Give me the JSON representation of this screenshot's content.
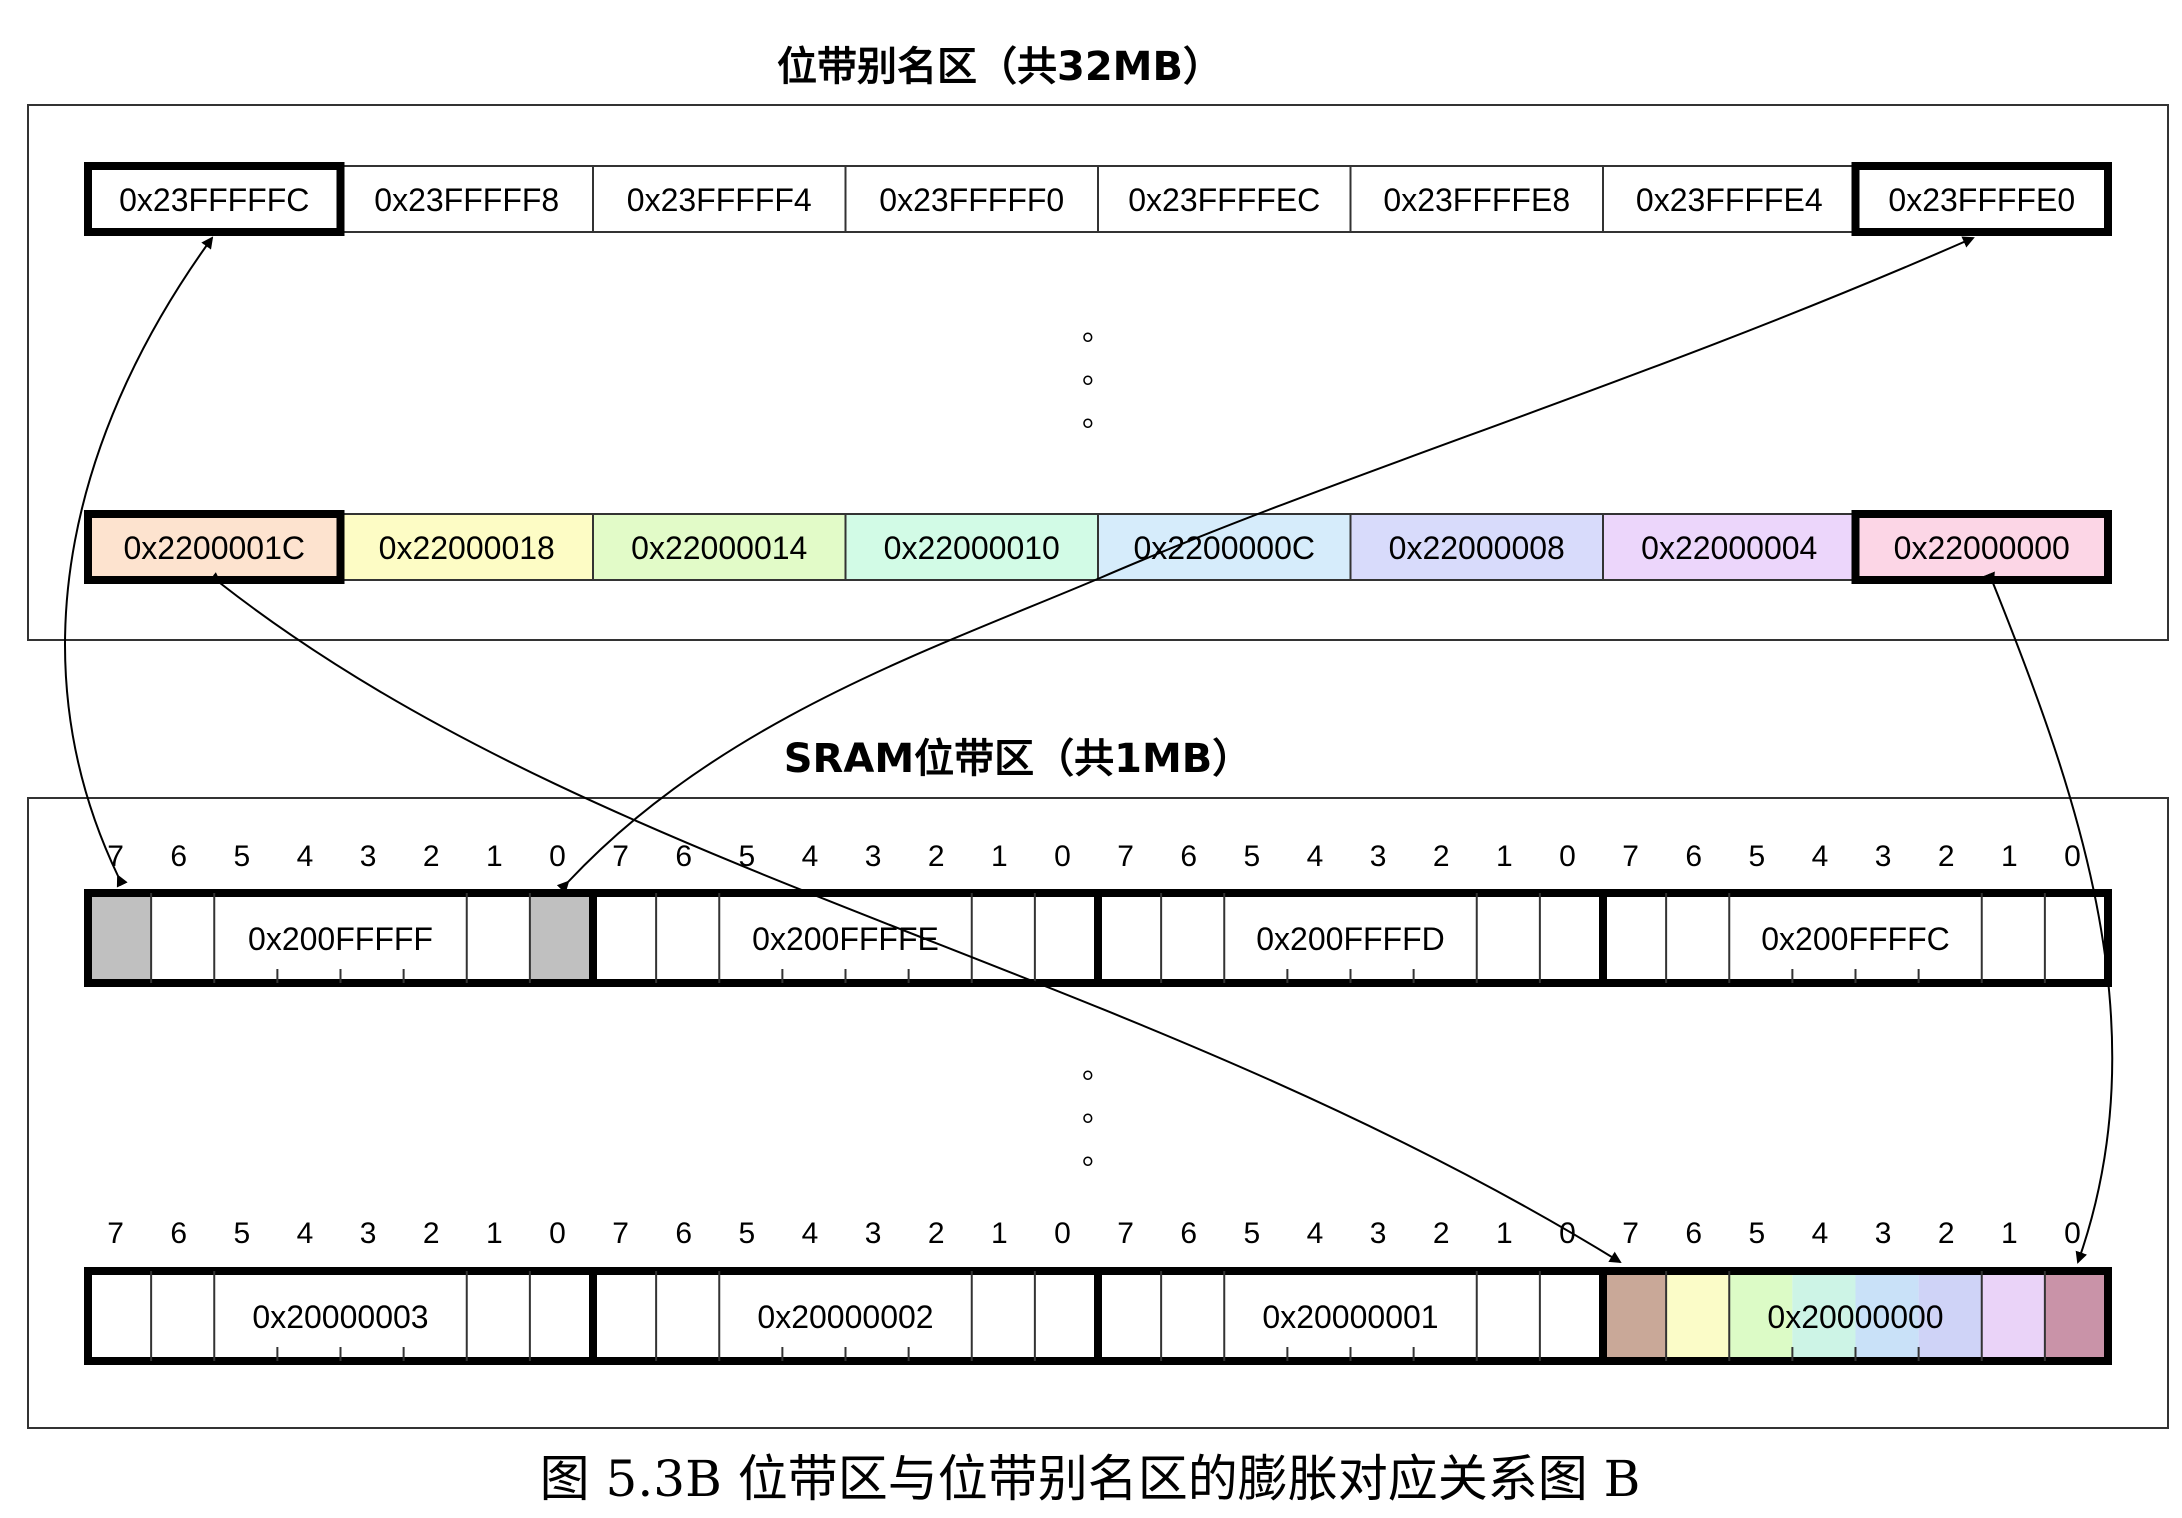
{
  "alias_region": {
    "title": "位带别名区（共32MB）",
    "top_row": [
      "0x23FFFFFC",
      "0x23FFFFF8",
      "0x23FFFFF4",
      "0x23FFFFF0",
      "0x23FFFFEC",
      "0x23FFFFE8",
      "0x23FFFFE4",
      "0x23FFFFE0"
    ],
    "bottom_row": [
      "0x2200001C",
      "0x22000018",
      "0x22000014",
      "0x22000010",
      "0x2200000C",
      "0x22000008",
      "0x22000004",
      "0x22000000"
    ],
    "bottom_row_colors": [
      "#fde3cf",
      "#fdfcc5",
      "#e2fbc8",
      "#d2fbe6",
      "#d6ecfb",
      "#d8dbfb",
      "#ecd6fb",
      "#fcd6e6"
    ],
    "ellipsis": "。"
  },
  "sram_region": {
    "title": "SRAM位带区（共1MB）",
    "bit_labels": [
      "7",
      "6",
      "5",
      "4",
      "3",
      "2",
      "1",
      "0"
    ],
    "top_bytes": [
      "0x200FFFFF",
      "0x200FFFFE",
      "0x200FFFFD",
      "0x200FFFFC"
    ],
    "bottom_bytes": [
      "0x20000003",
      "0x20000002",
      "0x20000001",
      "0x20000000"
    ],
    "highlight_gray": "#c0c0c0",
    "bottom_bit_colors": [
      "#c9a898",
      "#fbfcc8",
      "#dcfbc6",
      "#cdf4e6",
      "#c9e1f8",
      "#cfd3f7",
      "#ead3f8",
      "#c993a8"
    ],
    "ellipsis": "。"
  },
  "caption": "图 5.3B    位带区与位带别名区的膨胀对应关系图 B"
}
